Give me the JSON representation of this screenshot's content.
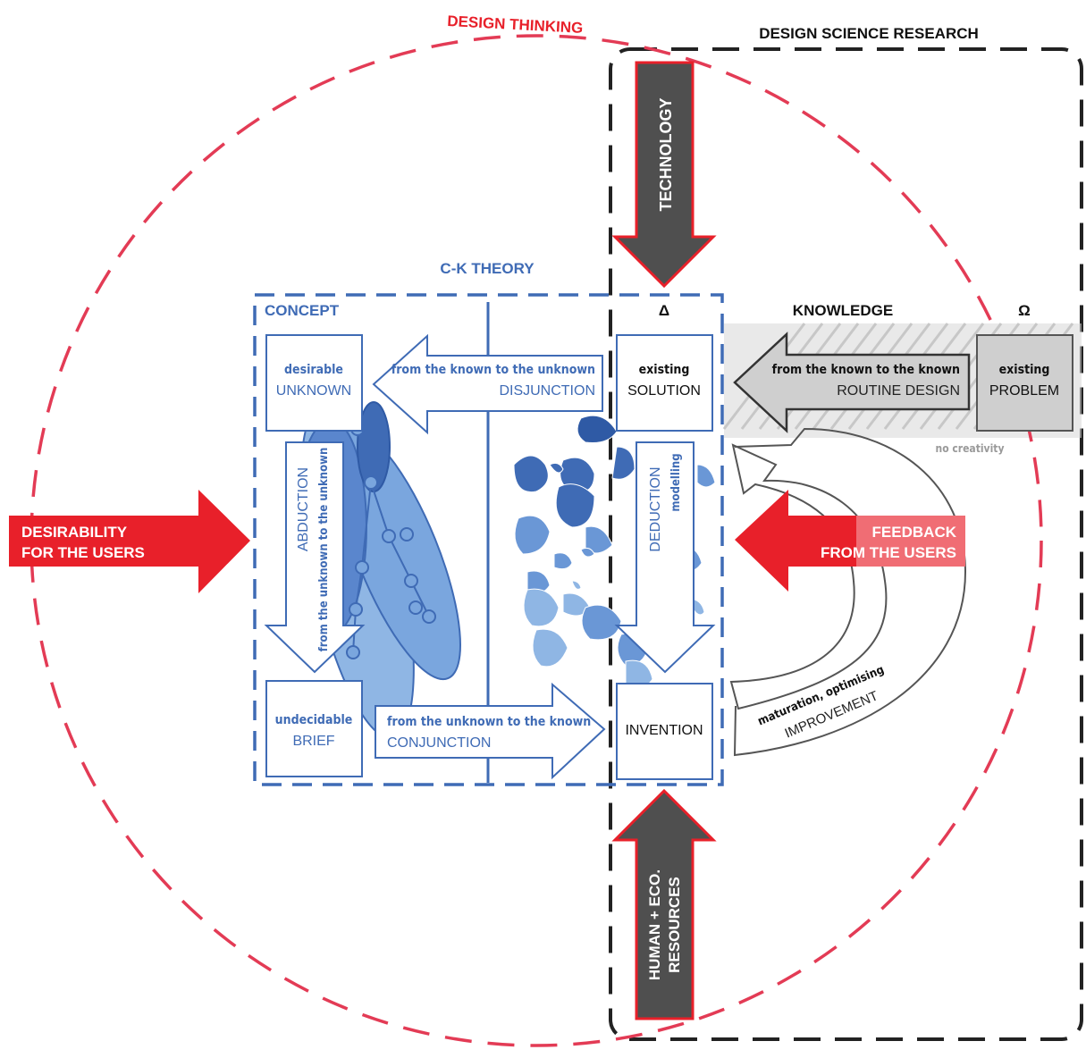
{
  "labels": {
    "design_thinking": "DESIGN THINKING",
    "design_science_research": "DESIGN SCIENCE RESEARCH",
    "ck_theory": "C-K THEORY",
    "concept": "CONCEPT",
    "delta": "Δ",
    "knowledge": "KNOWLEDGE",
    "omega": "Ω",
    "no_creativity": "no creativity"
  },
  "boxes": {
    "unknown": {
      "line1": "desirable",
      "line2": "UNKNOWN"
    },
    "brief": {
      "line1": "undecidable",
      "line2": "BRIEF"
    },
    "solution": {
      "line1": "existing",
      "line2": "SOLUTION"
    },
    "invention": {
      "line1": "INVENTION"
    },
    "problem": {
      "line1": "existing",
      "line2": "PROBLEM"
    }
  },
  "arrows": {
    "disjunction": {
      "line1": "from the known to the unknown",
      "line2": "DISJUNCTION"
    },
    "conjunction": {
      "line1": "from the unknown to the known",
      "line2": "CONJUNCTION"
    },
    "abduction": {
      "line1": "ABDUCTION",
      "line2": "from the unknown to the unknown"
    },
    "deduction": {
      "line1": "DEDUCTION",
      "line2": "modelling"
    },
    "routine": {
      "line1": "from the known to the known",
      "line2": "ROUTINE DESIGN"
    },
    "improvement": {
      "line1": "maturation, optimising",
      "line2": "IMPROVEMENT"
    },
    "technology": "TECHNOLOGY",
    "resources": {
      "line1": "HUMAN + ECO.",
      "line2": "RESOURCES"
    },
    "desirability": {
      "line1": "DESIRABILITY",
      "line2": "FOR THE USERS"
    },
    "feedback": {
      "line1": "FEEDBACK",
      "line2": "FROM THE USERS"
    }
  },
  "colors": {
    "red": "#e8202a",
    "blue": "#3f6bb5",
    "dark_gray": "#4f4f4f",
    "light_gray": "#cfcfcf"
  }
}
